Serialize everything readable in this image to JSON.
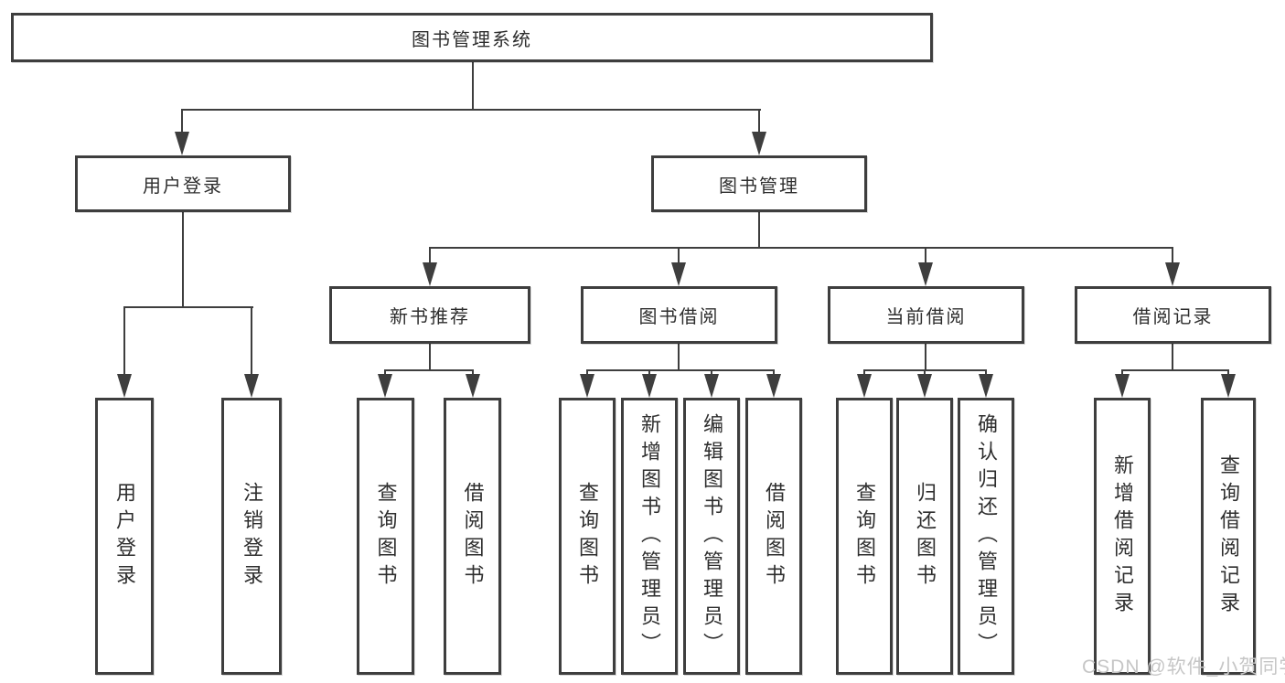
{
  "tree": {
    "label": "图书管理系统",
    "children": [
      {
        "label": "用户登录",
        "children": [
          {
            "label": "用户登录"
          },
          {
            "label": "注销登录"
          }
        ]
      },
      {
        "label": "图书管理",
        "children": [
          {
            "label": "新书推荐",
            "children": [
              {
                "label": "查询图书"
              },
              {
                "label": "借阅图书"
              }
            ]
          },
          {
            "label": "图书借阅",
            "children": [
              {
                "label": "查询图书"
              },
              {
                "label": "新增图书（管理员）"
              },
              {
                "label": "编辑图书（管理员）"
              },
              {
                "label": "借阅图书"
              }
            ]
          },
          {
            "label": "当前借阅",
            "children": [
              {
                "label": "查询图书"
              },
              {
                "label": "归还图书"
              },
              {
                "label": "确认归还（管理员）"
              }
            ]
          },
          {
            "label": "借阅记录",
            "children": [
              {
                "label": "新增借阅记录"
              },
              {
                "label": "查询借阅记录"
              }
            ]
          }
        ]
      }
    ]
  },
  "watermark": "CSDN @软件_小贺同学",
  "colors": {
    "line": "#3e3e3e",
    "text": "#2e2e2e",
    "watermark": "#c6c6c6",
    "background": "#ffffff"
  }
}
